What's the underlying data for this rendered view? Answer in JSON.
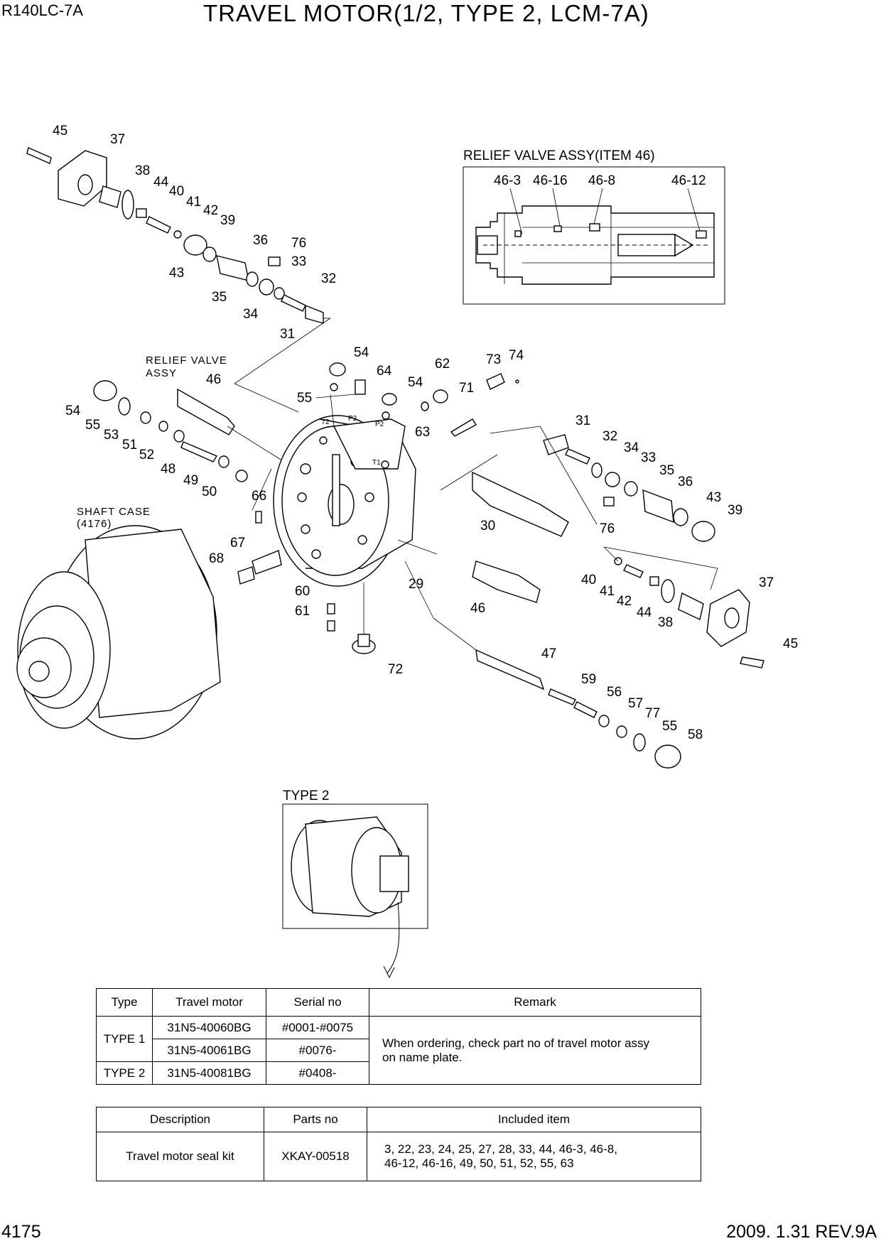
{
  "header": {
    "model": "R140LC-7A",
    "title": "TRAVEL MOTOR(1/2, TYPE 2, LCM-7A)"
  },
  "footer": {
    "page": "4175",
    "revision": "2009. 1.31  REV.9A"
  },
  "diagram": {
    "relief_box_title": "RELIEF VALVE ASSY(ITEM 46)",
    "relief_box_callouts": [
      "46-3",
      "46-16",
      "46-8",
      "46-12"
    ],
    "relief_valve_label_1": "RELIEF VALVE",
    "relief_valve_label_2": "ASSY",
    "shaft_case_label_1": "SHAFT CASE",
    "shaft_case_label_2": "(4176)",
    "port_labels": [
      "T2",
      "P2",
      "P2",
      "T1"
    ],
    "type2_label": "TYPE 2",
    "callouts": [
      "45",
      "37",
      "38",
      "44",
      "40",
      "41",
      "42",
      "39",
      "36",
      "76",
      "33",
      "43",
      "32",
      "35",
      "34",
      "31",
      "54",
      "64",
      "54",
      "62",
      "73",
      "74",
      "55",
      "71",
      "63",
      "54",
      "55",
      "53",
      "51",
      "52",
      "48",
      "49",
      "50",
      "46",
      "66",
      "67",
      "68",
      "60",
      "61",
      "72",
      "29",
      "31",
      "32",
      "34",
      "33",
      "35",
      "36",
      "43",
      "39",
      "30",
      "76",
      "46",
      "40",
      "41",
      "42",
      "44",
      "37",
      "38",
      "45",
      "47",
      "59",
      "56",
      "57",
      "77",
      "55",
      "58"
    ]
  },
  "type_table": {
    "headers": [
      "Type",
      "Travel motor",
      "Serial no",
      "Remark"
    ],
    "rows": [
      {
        "type": "TYPE 1",
        "motor": "31N5-40060BG",
        "serial": "#0001-#0075"
      },
      {
        "motor": "31N5-40061BG",
        "serial": "#0076-"
      },
      {
        "type": "TYPE 2",
        "motor": "31N5-40081BG",
        "serial": "#0408-"
      }
    ],
    "remark_1": "When ordering, check part no of travel motor assy",
    "remark_2": "on name plate."
  },
  "kit_table": {
    "headers": [
      "Description",
      "Parts no",
      "Included item"
    ],
    "description": "Travel motor seal kit",
    "parts_no": "XKAY-00518",
    "included_1": "3, 22, 23, 24, 25, 27, 28, 33, 44, 46-3, 46-8,",
    "included_2": "46-12, 46-16, 49, 50, 51, 52, 55, 63"
  }
}
